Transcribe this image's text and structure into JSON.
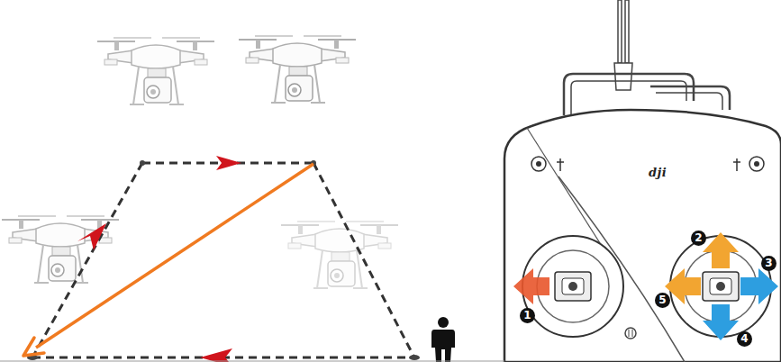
{
  "diagram": {
    "labels": [
      "dji",
      "1",
      "2",
      "3",
      "4",
      "5"
    ]
  }
}
